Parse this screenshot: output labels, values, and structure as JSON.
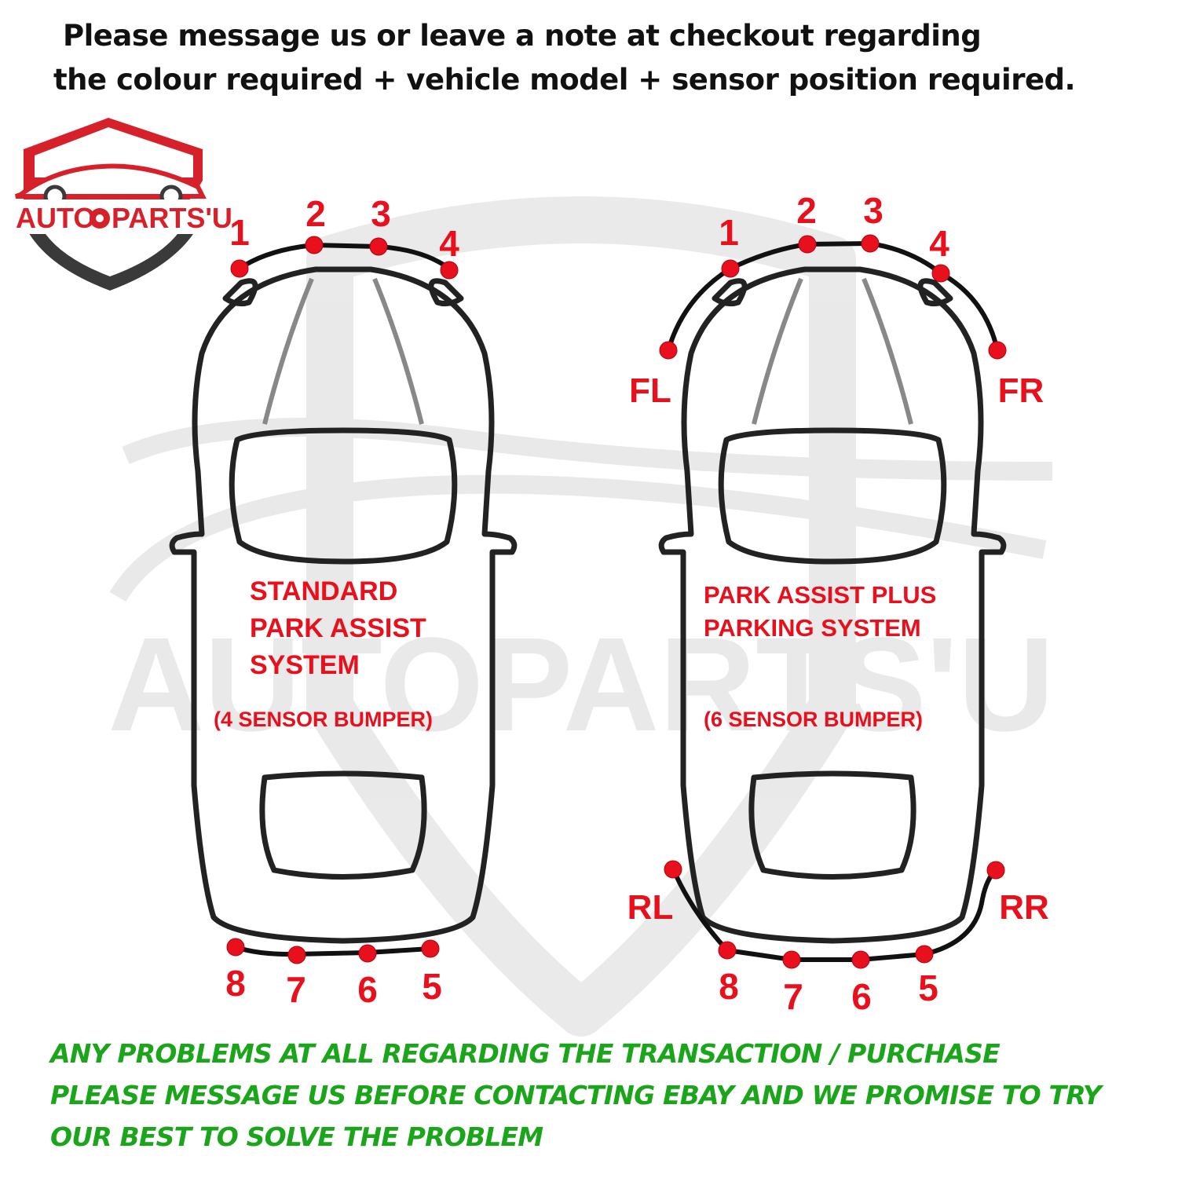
{
  "header": {
    "line1": "Please message us or leave a note at checkout regarding",
    "line2": "the colour required + vehicle model + sensor position required."
  },
  "logo": {
    "text": "AUTOPARTS'U",
    "text_left": "AUTO",
    "text_right": "PARTS'U",
    "colors": {
      "red": "#d6202a",
      "dark": "#3a3a3a"
    }
  },
  "watermark": {
    "text": "AUTOPARTS'U"
  },
  "left_car": {
    "system_lines": [
      "STANDARD",
      "PARK ASSIST",
      "SYSTEM"
    ],
    "bumper_note": "(4 SENSOR BUMPER)",
    "front_numbers": [
      "1",
      "2",
      "3",
      "4"
    ],
    "rear_numbers": [
      "8",
      "7",
      "6",
      "5"
    ]
  },
  "right_car": {
    "system_lines": [
      "PARK ASSIST PLUS",
      "PARKING SYSTEM"
    ],
    "bumper_note": "(6 SENSOR BUMPER)",
    "front_numbers": [
      "1",
      "2",
      "3",
      "4"
    ],
    "rear_numbers": [
      "8",
      "7",
      "6",
      "5"
    ],
    "corner_labels": {
      "fl": "FL",
      "fr": "FR",
      "rl": "RL",
      "rr": "RR"
    }
  },
  "footer": {
    "line1": "ANY PROBLEMS AT ALL REGARDING THE TRANSACTION / PURCHASE",
    "line2": "PLEASE MESSAGE US BEFORE  CONTACTING EBAY AND WE PROMISE TO TRY",
    "line3": "OUR BEST TO SOLVE THE PROBLEM"
  },
  "colors": {
    "sensor": "#e8101c",
    "footer_text": "#1aa51a",
    "outline": "#222222"
  }
}
